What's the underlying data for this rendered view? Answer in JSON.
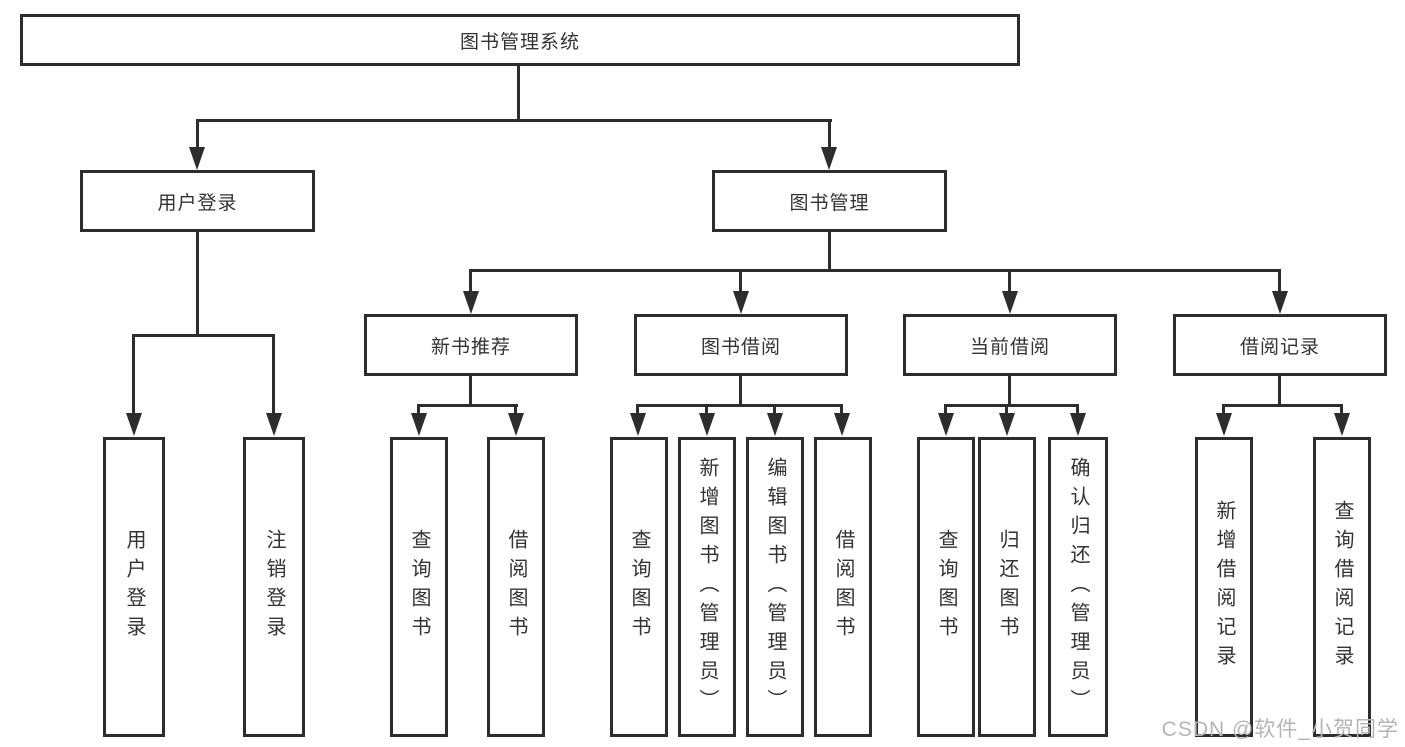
{
  "tree": {
    "label": "图书管理系统",
    "children": [
      {
        "label": "用户登录",
        "children": [
          {
            "label": "用户登录"
          },
          {
            "label": "注销登录"
          }
        ]
      },
      {
        "label": "图书管理",
        "children": [
          {
            "label": "新书推荐",
            "children": [
              {
                "label": "查询图书"
              },
              {
                "label": "借阅图书"
              }
            ]
          },
          {
            "label": "图书借阅",
            "children": [
              {
                "label": "查询图书"
              },
              {
                "label": "新增图书（管理员）"
              },
              {
                "label": "编辑图书（管理员）"
              },
              {
                "label": "借阅图书"
              }
            ]
          },
          {
            "label": "当前借阅",
            "children": [
              {
                "label": "查询图书"
              },
              {
                "label": "归还图书"
              },
              {
                "label": "确认归还（管理员）"
              }
            ]
          },
          {
            "label": "借阅记录",
            "children": [
              {
                "label": "新增借阅记录"
              },
              {
                "label": "查询借阅记录"
              }
            ]
          }
        ]
      }
    ]
  },
  "watermark": {
    "text": "CSDN @软件_小贺同学"
  },
  "colors": {
    "line": "#2d2d2d",
    "text": "#333333",
    "background": "#ffffff",
    "watermark": "#b5b5b5"
  }
}
